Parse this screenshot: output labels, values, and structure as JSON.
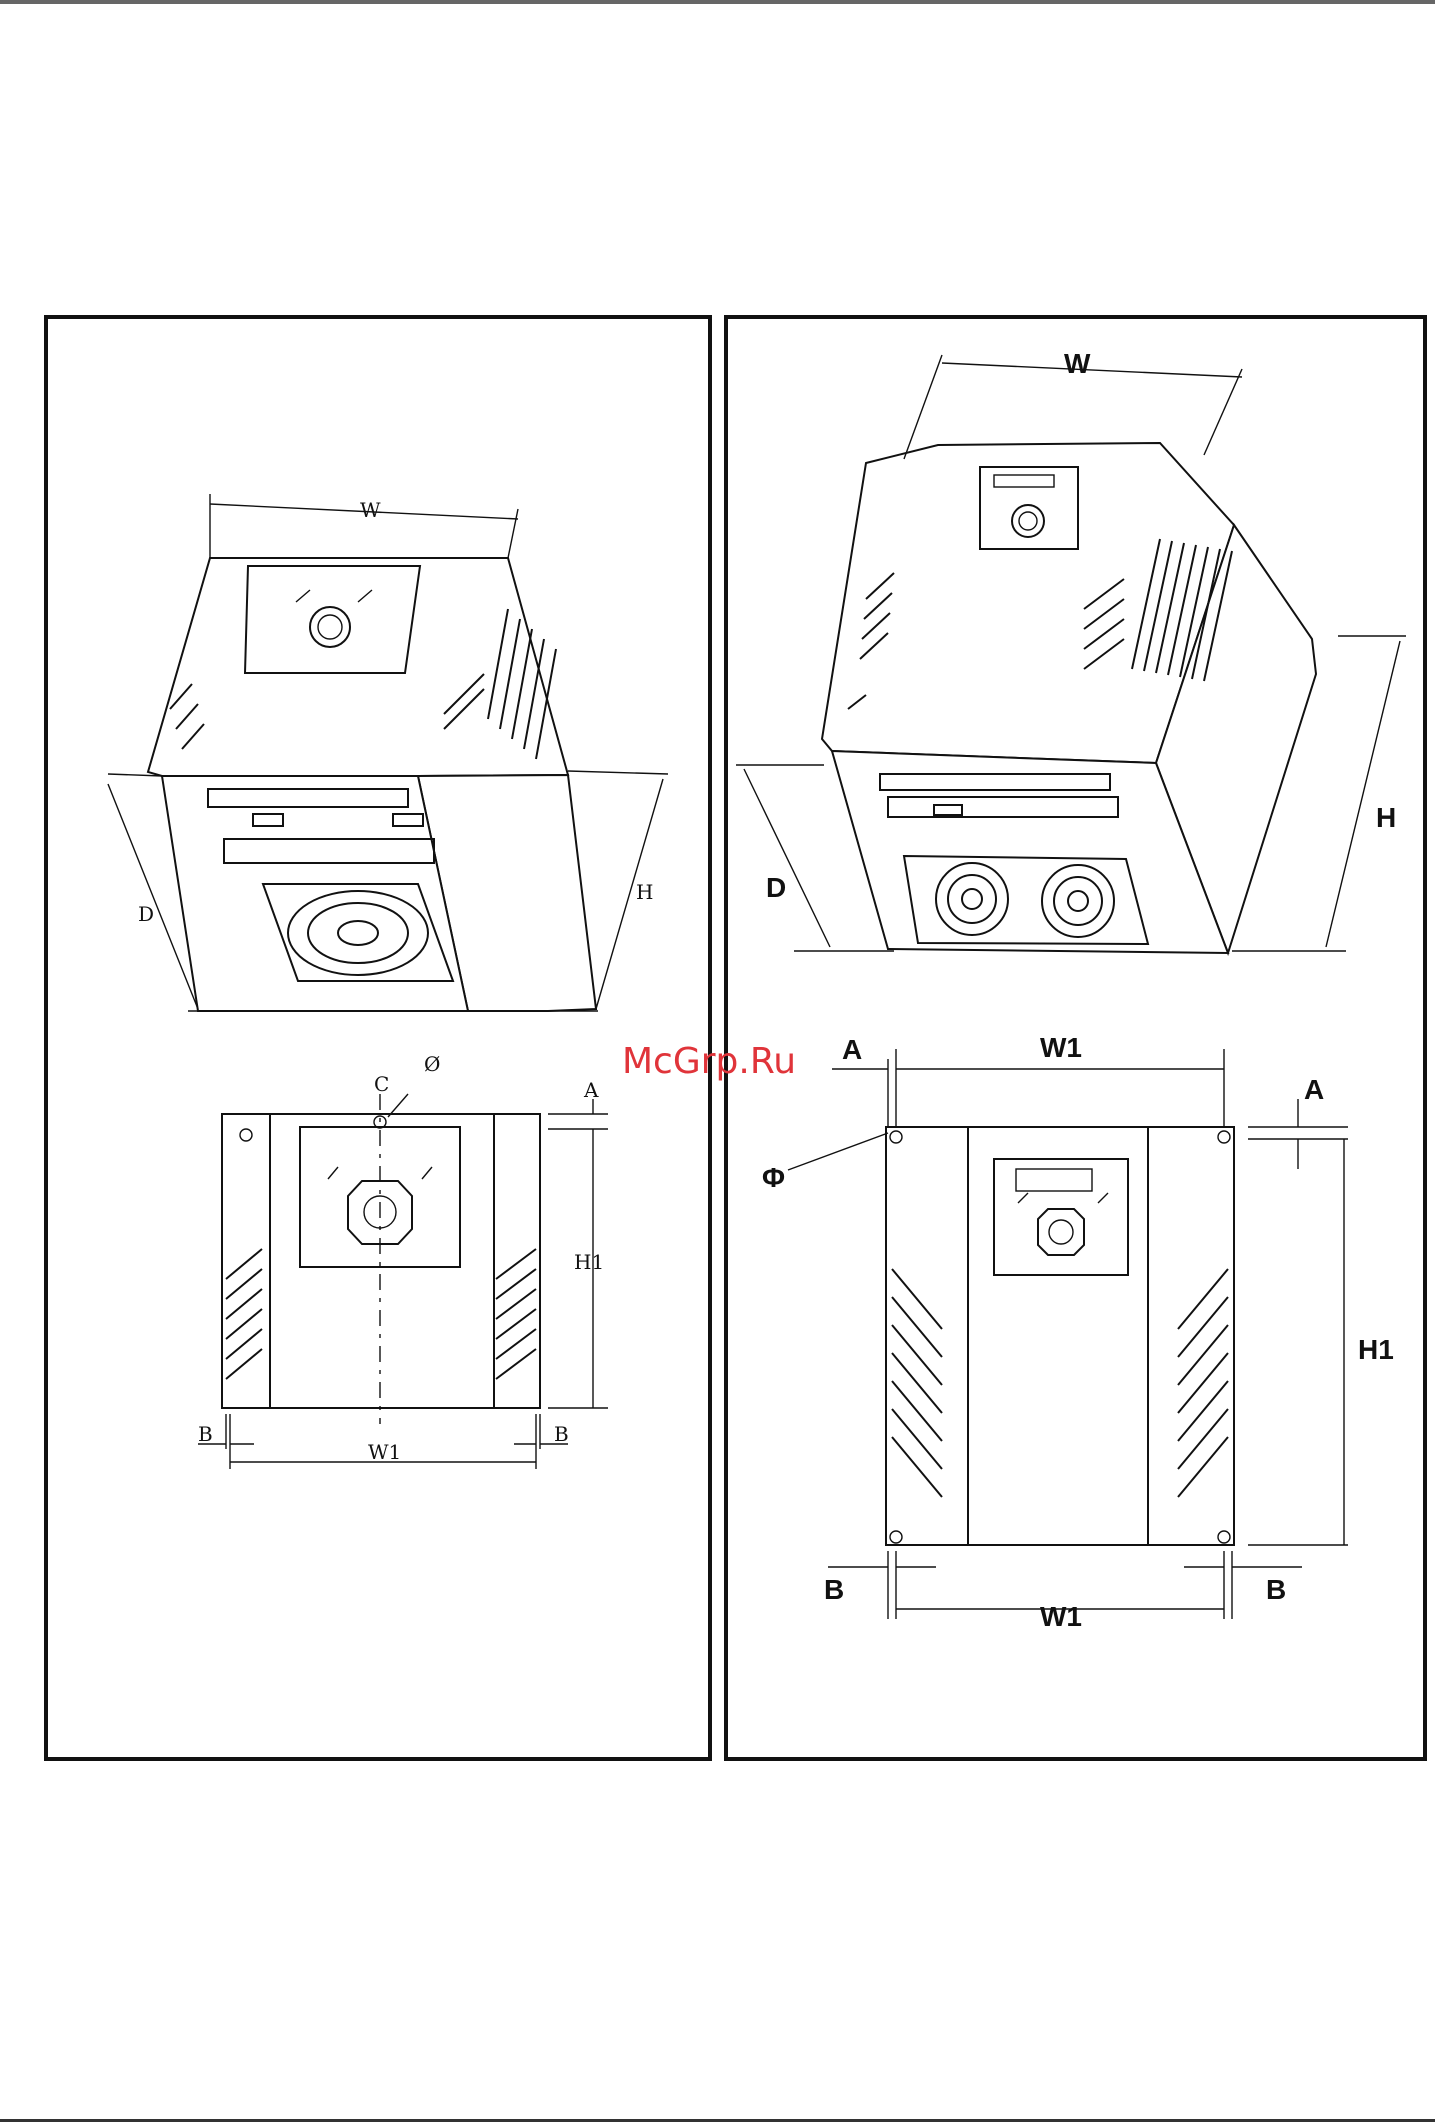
{
  "watermark": {
    "text": "McGrp.Ru"
  },
  "left_panel": {
    "iso_labels": {
      "w": "W",
      "d": "D",
      "h": "H"
    },
    "front_labels": {
      "c": "C",
      "phi": "Ø",
      "a": "A",
      "h1": "H1",
      "b_left": "B",
      "b_right": "B",
      "w1": "W1"
    }
  },
  "right_panel": {
    "iso_labels": {
      "w": "W",
      "d": "D",
      "h": "H"
    },
    "front_labels": {
      "a_left": "A",
      "w1_top": "W1",
      "a_right": "A",
      "phi": "Φ",
      "h1": "H1",
      "b_left": "B",
      "b_right": "B",
      "w1_bottom": "W1"
    }
  },
  "colors": {
    "line": "#111111",
    "watermark": "#e0343a",
    "rule": "#666666"
  }
}
